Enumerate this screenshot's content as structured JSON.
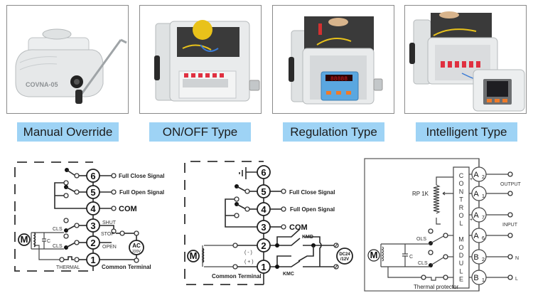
{
  "products": [
    {
      "label": "Manual Override",
      "device_marking": "COVNA-05"
    },
    {
      "label": "ON/OFF Type"
    },
    {
      "label": "Regulation Type",
      "display_readout": "88888"
    },
    {
      "label": "Intelligent Type"
    }
  ],
  "colors": {
    "label_bg": "#9ed3f5",
    "label_text": "#1c1c1c",
    "frame_border": "#8a8a8a",
    "device_body": "#e6e8e9",
    "terminal_red": "#e03040",
    "display_blue": "#5aa7e0",
    "led_red": "#e21c1c",
    "button_orange": "#f07a28"
  },
  "diagram_onoff": {
    "terminals": [
      "6",
      "5",
      "4",
      "3",
      "2",
      "1"
    ],
    "signals": {
      "t6": "Full Close Signal",
      "t5": "Full Open Signal",
      "t4": "COM",
      "t1": "Common Terminal"
    },
    "switch_labels": {
      "upper": "CLS",
      "lower": "CLS"
    },
    "control_labels": {
      "shut": "SHUT",
      "stop": "STOP",
      "open": "OPEN"
    },
    "thermal": "THERMAL",
    "capacitor": "C",
    "motor": "M",
    "supply": {
      "line1": "AC",
      "line2": "220V"
    }
  },
  "diagram_dc": {
    "terminals": [
      "6",
      "5",
      "4",
      "3",
      "2",
      "1"
    ],
    "signals": {
      "t5": "Full Close Signal",
      "t4": "Full Open Signal",
      "t3": "COM",
      "t1": "Common Terminal"
    },
    "polarity": {
      "t2": "( - )",
      "t1": "( + )"
    },
    "relays": {
      "upper": "KMD",
      "lower": "KMC"
    },
    "motor": "M",
    "supply": {
      "line1": "DC24",
      "line2": "/12V"
    }
  },
  "diagram_intelligent": {
    "module_label": [
      "C",
      "O",
      "N",
      "T",
      "R",
      "O",
      "L",
      "",
      "M",
      "O",
      "D",
      "U",
      "L",
      "E"
    ],
    "terminals": [
      {
        "main": "A",
        "sub": "2",
        "sign": "+"
      },
      {
        "main": "A",
        "sub": "1",
        "sign": "-"
      },
      {
        "main": "A",
        "sub": "7",
        "sign": "+"
      },
      {
        "main": "A",
        "sub": "6",
        "sign": "-"
      },
      {
        "main": "B",
        "sub": "2",
        "sign": ""
      },
      {
        "main": "B",
        "sub": "1",
        "sign": ""
      }
    ],
    "group_labels": {
      "output": "OUTPUT",
      "input": "INPUT",
      "neutral": "N",
      "line": "L"
    },
    "potentiometer": "RP 1K",
    "switch_labels": {
      "upper": "OLS",
      "lower": "CLS"
    },
    "capacitor": "C",
    "motor": "M",
    "thermal": "Thermal protector"
  }
}
